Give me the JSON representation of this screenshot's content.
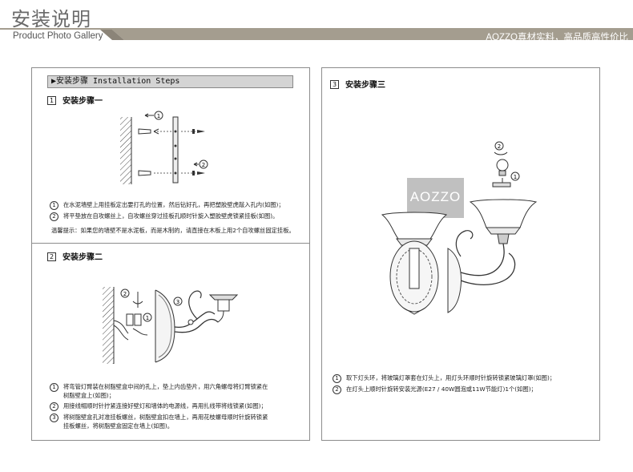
{
  "header": {
    "title": "安装说明",
    "subtitle": "Product Photo Gallery",
    "tagline": "AOZZO真材实料，高品质高性价比"
  },
  "panel_left": {
    "banner": "▶安装步骤 Installation Steps",
    "step1": {
      "num": "1",
      "title": "安装步骤一",
      "markers": [
        "1",
        "2"
      ],
      "items": [
        {
          "num": "1",
          "text": "在水泥墙壁上用挂板定出要打孔的位置，然后钻好孔，再把塑胶壁虎敲入孔内(如图)；"
        },
        {
          "num": "2",
          "text": "将平垫放在自攻螺丝上，自攻螺丝穿过挂板孔顺时针旋入塑胶壁虎锁紧挂板(如图)。"
        }
      ],
      "note": "温馨提示：如果您的墙壁不是水泥板，而是木制的，请直接在木板上用2个自攻螺丝固定挂板。"
    },
    "step2": {
      "num": "2",
      "title": "安装步骤二",
      "markers": [
        "1",
        "2",
        "3"
      ],
      "items": [
        {
          "num": "1",
          "lines": [
            "将弯管灯臂装在树脂壁盒中间的孔上，垫上内齿垫片，用六角螺母将灯臂锁紧在",
            "树脂壁盒上(如图)；"
          ]
        },
        {
          "num": "2",
          "lines": [
            "用接线帽顺时针拧紧连接好壁灯和墙体的电源线，再用扎线带将线锁紧(如图)；"
          ]
        },
        {
          "num": "3",
          "lines": [
            "将树脂壁盒孔对准挂板螺丝，树脂壁盒扣在墙上，再用花枝螺母顺时针旋转锁紧",
            "挂板螺丝，将树脂壁盒固定在墙上(如图)。"
          ]
        }
      ]
    }
  },
  "panel_right": {
    "step3": {
      "num": "3",
      "title": "安装步骤三",
      "markers": [
        "2",
        "1"
      ],
      "watermark": "AOZZO",
      "items": [
        {
          "num": "1",
          "text": "取下灯头环，将玻璃灯罩套在灯头上，用灯头环顺时针旋转锁紧玻璃灯罩(如图)；"
        },
        {
          "num": "2",
          "text": "在灯头上顺时针旋转安装光源(E27 / 40W圆泡或11W节能灯)1个(如图)；"
        }
      ]
    }
  },
  "colors": {
    "header_bar": "#a49d8f",
    "header_bar_dark": "#8b8478",
    "panel_border": "#8c8c8c",
    "banner_fill": "#d4d4d4",
    "watermark": "#b5b5b5"
  }
}
